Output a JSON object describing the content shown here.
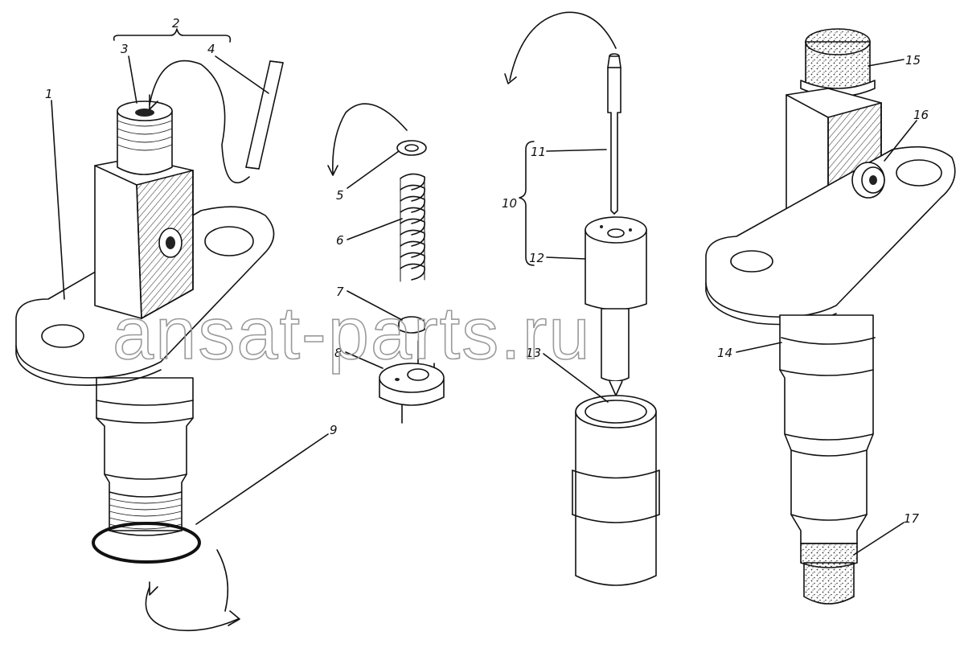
{
  "labels": {
    "l1": "1",
    "l2": "2",
    "l3": "3",
    "l4": "4",
    "l5": "5",
    "l6": "6",
    "l7": "7",
    "l8": "8",
    "l9": "9",
    "l10": "10",
    "l11": "11",
    "l12": "12",
    "l13": "13",
    "l14": "14",
    "l15": "15",
    "l16": "16",
    "l17": "17"
  },
  "watermark": "ansat-parts.ru"
}
